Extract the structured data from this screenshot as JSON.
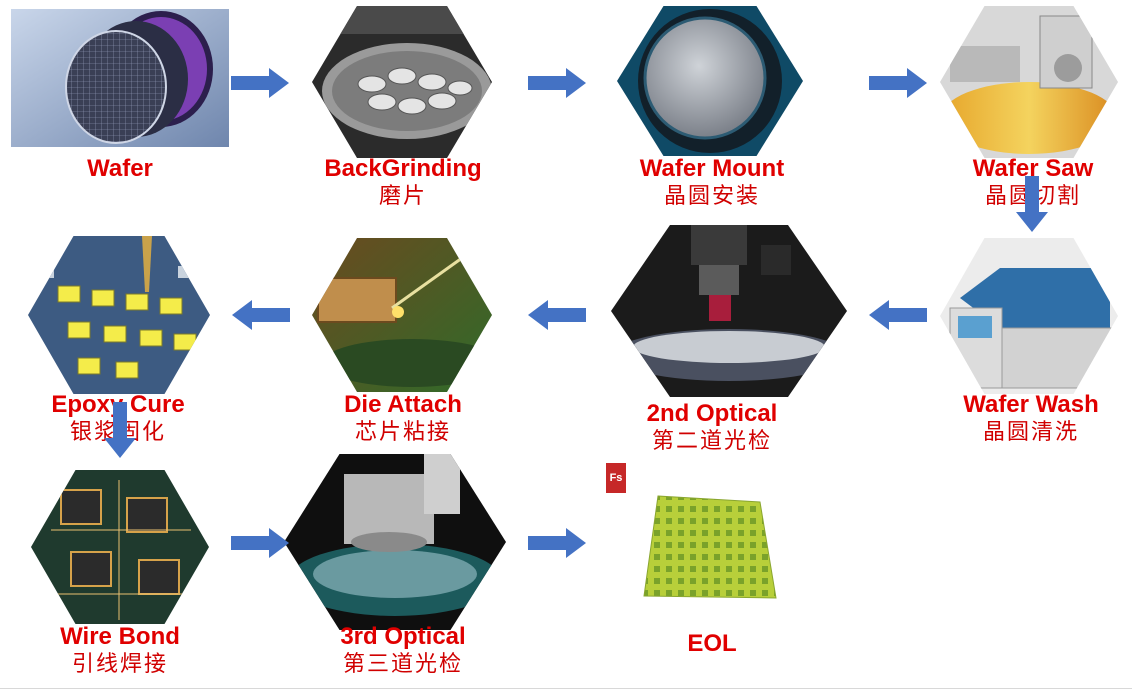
{
  "colors": {
    "arrow": "#4472c4",
    "label": "#e00000"
  },
  "logo_text": "Fs",
  "steps": [
    {
      "en": "Wafer",
      "zh": ""
    },
    {
      "en": "BackGrinding",
      "zh": "磨片"
    },
    {
      "en": "Wafer Mount",
      "zh": "晶圆安装"
    },
    {
      "en": "Wafer Saw",
      "zh": "晶圆切割"
    },
    {
      "en": "Wafer Wash",
      "zh": "晶圆清洗"
    },
    {
      "en": "2nd Optical",
      "zh": "第二道光检"
    },
    {
      "en": "Die Attach",
      "zh": "芯片粘接"
    },
    {
      "en": "Epoxy Cure",
      "zh": "银浆固化"
    },
    {
      "en": "Wire Bond",
      "zh": "引线焊接"
    },
    {
      "en": "3rd Optical",
      "zh": "第三道光检"
    },
    {
      "en": "EOL",
      "zh": ""
    }
  ]
}
